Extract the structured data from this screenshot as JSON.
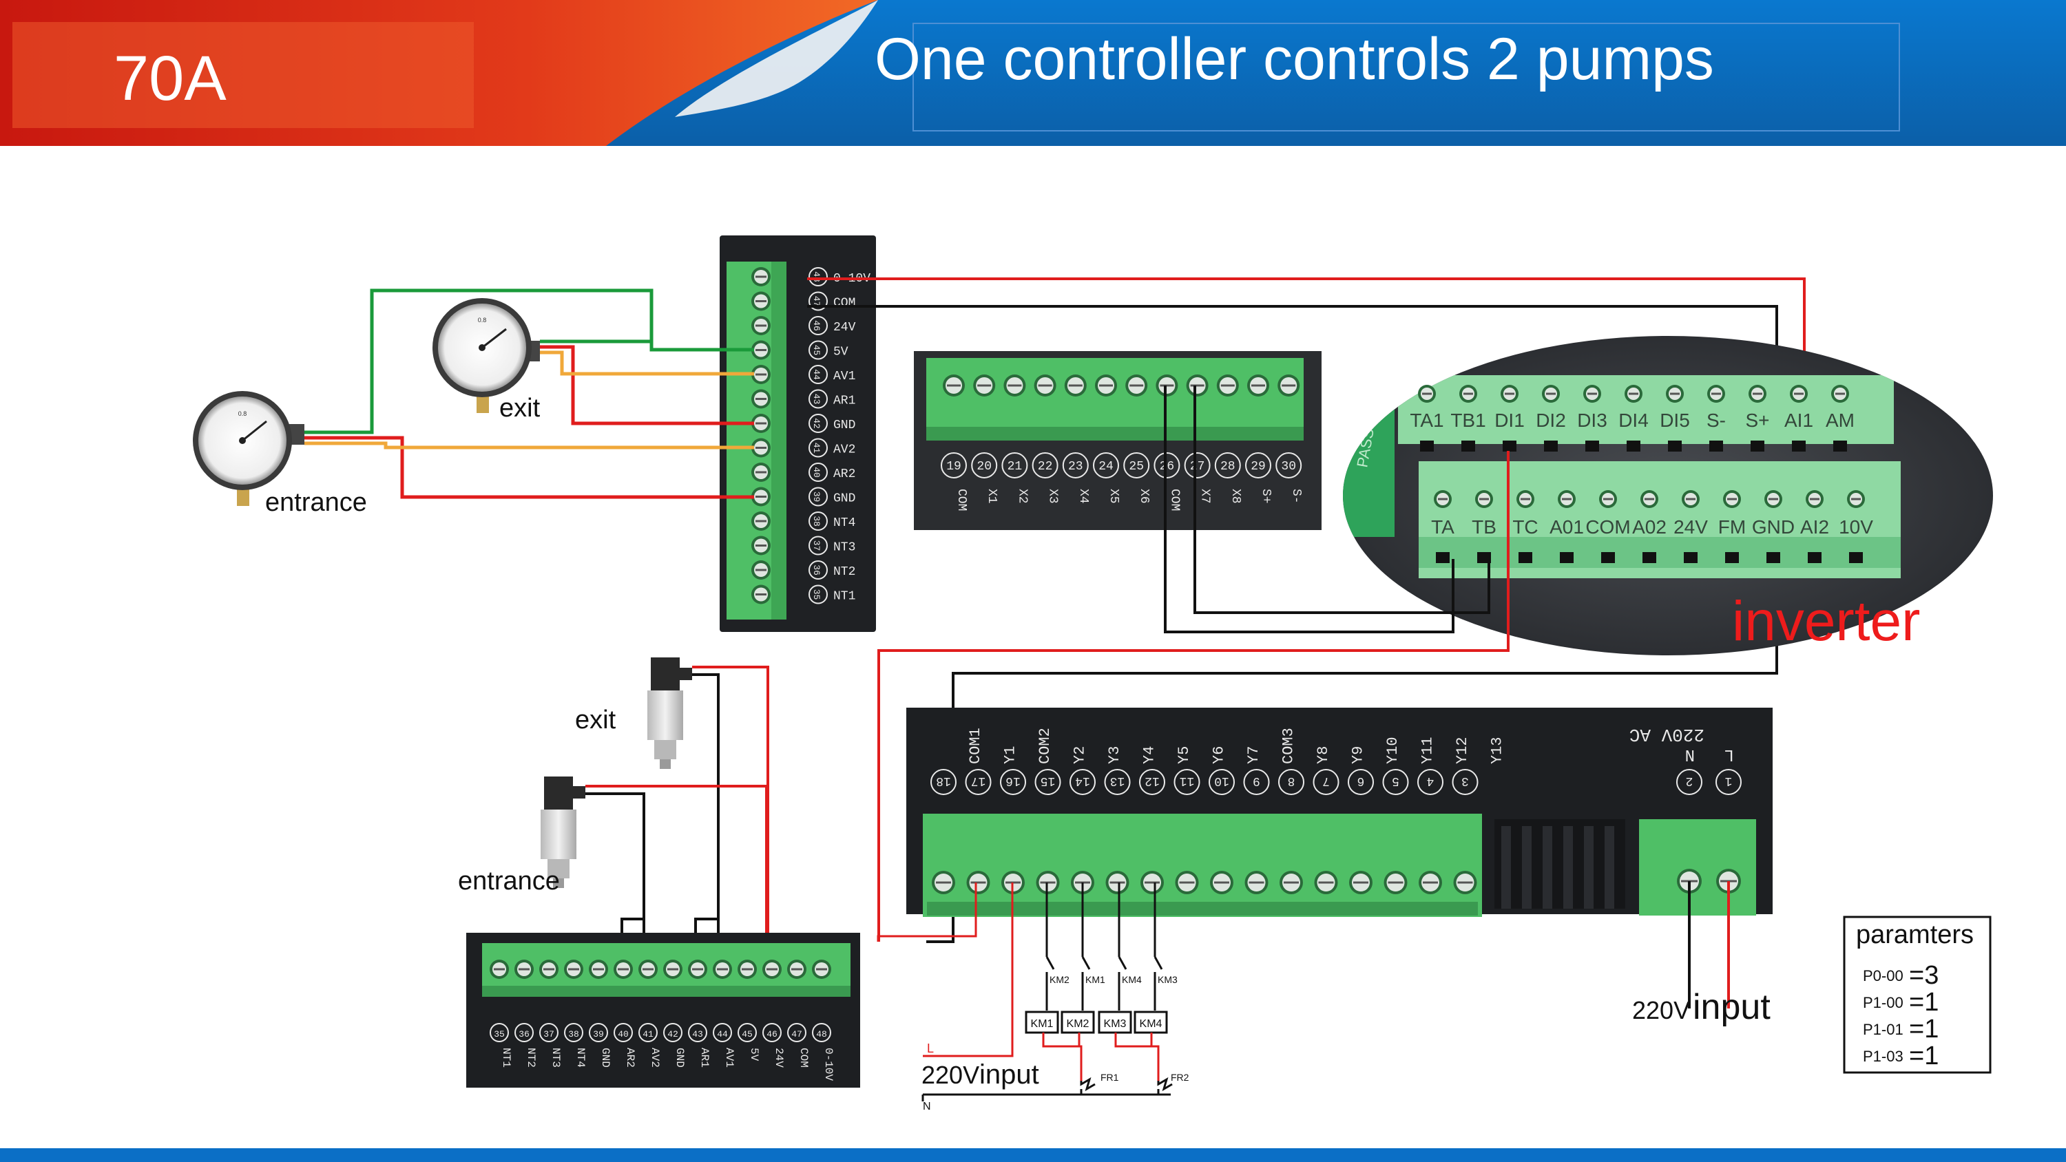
{
  "header": {
    "model": "70A",
    "title": "One controller controls 2 pumps"
  },
  "controller_terminals": {
    "upper_block": [
      "0-10V",
      "COM",
      "24V",
      "5V",
      "AV1",
      "AR1",
      "GND",
      "AV2",
      "AR2",
      "GND",
      "NT4",
      "NT3",
      "NT2",
      "NT1"
    ],
    "upper_numbers": [
      "48",
      "47",
      "46",
      "45",
      "44",
      "43",
      "42",
      "41",
      "40",
      "39",
      "38",
      "37",
      "36",
      "35"
    ],
    "x_block": [
      "COM",
      "X1",
      "X2",
      "X3",
      "X4",
      "X5",
      "X6",
      "COM",
      "X7",
      "X8",
      "S+",
      "S-"
    ],
    "x_numbers": [
      "19",
      "20",
      "21",
      "22",
      "23",
      "24",
      "25",
      "26",
      "27",
      "28",
      "29",
      "30"
    ],
    "y_block": [
      "COM1",
      "Y1",
      "COM2",
      "Y2",
      "Y3",
      "Y4",
      "Y5",
      "Y6",
      "Y7",
      "COM3",
      "Y8",
      "Y9",
      "Y10",
      "Y11",
      "Y12",
      "Y13"
    ],
    "y_numbers": [
      "18",
      "17",
      "16",
      "15",
      "14",
      "13",
      "12",
      "11",
      "10",
      "9",
      "8",
      "7",
      "6",
      "5",
      "4",
      "3"
    ],
    "power_block": [
      "N",
      "L"
    ],
    "power_numbers": [
      "2",
      "1"
    ],
    "power_header": "220V AC",
    "lower_block": [
      "NT1",
      "NT2",
      "NT3",
      "NT4",
      "GND",
      "AR2",
      "AV2",
      "GND",
      "AR1",
      "AV1",
      "5V",
      "24V",
      "COM",
      "0-10V"
    ],
    "lower_numbers": [
      "35",
      "36",
      "37",
      "38",
      "39",
      "40",
      "41",
      "42",
      "43",
      "44",
      "45",
      "46",
      "47",
      "48"
    ]
  },
  "inverter": {
    "label": "inverter",
    "top_row": [
      "TA1",
      "TB1",
      "DI1",
      "DI2",
      "DI3",
      "DI4",
      "DI5",
      "S-",
      "S+",
      "AI1",
      "AM"
    ],
    "bottom_row": [
      "TA",
      "TB",
      "TC",
      "A01",
      "COM",
      "A02",
      "24V",
      "FM",
      "GND",
      "AI2",
      "10V"
    ]
  },
  "labels": {
    "gauge_exit": "exit",
    "gauge_entrance": "entrance",
    "sensor_exit": "exit",
    "sensor_entrance": "entrance",
    "input_small_prefix": "220V",
    "input_big": "input",
    "input_left_prefix": "220V",
    "input_left": "input",
    "wire_L": "L",
    "wire_N": "N"
  },
  "relays": {
    "contacts": [
      "KM2",
      "KM1",
      "KM4",
      "KM3"
    ],
    "coils": [
      "KM1",
      "KM2",
      "KM3",
      "KM4"
    ],
    "overloads": [
      "FR1",
      "FR2"
    ]
  },
  "parameters": {
    "title": "paramters",
    "rows": [
      {
        "code": "P0-00",
        "value": "=3"
      },
      {
        "code": "P1-00",
        "value": "=1"
      },
      {
        "code": "P1-01",
        "value": "=1"
      },
      {
        "code": "P1-03",
        "value": "=1"
      }
    ]
  },
  "colors": {
    "header_blue": "#0c6fc0",
    "header_red": "#e03a1c",
    "terminal_green": "#4fbf66",
    "wire_red": "#e01d1d",
    "wire_green": "#1a9a3a",
    "wire_orange": "#f0a83a",
    "inverter_red": "#ee1c1c"
  }
}
